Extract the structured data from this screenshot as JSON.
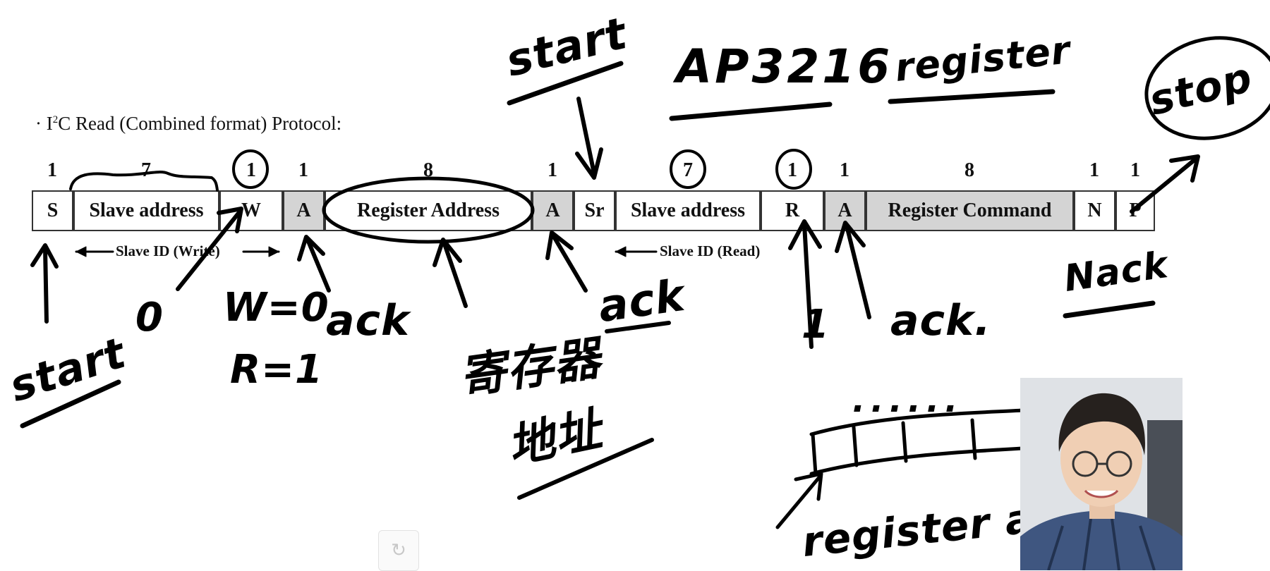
{
  "title": {
    "prefix": "· I",
    "sup": "2",
    "rest": "C Read (Combined format) Protocol:"
  },
  "protocol": {
    "fields": [
      {
        "label": "S",
        "bits": "1",
        "gray": false
      },
      {
        "label": "Slave address",
        "bits": "7",
        "gray": false
      },
      {
        "label": "W",
        "bits": "1",
        "gray": false
      },
      {
        "label": "A",
        "bits": "1",
        "gray": true
      },
      {
        "label": "Register Address",
        "bits": "8",
        "gray": false
      },
      {
        "label": "A",
        "bits": "1",
        "gray": true
      },
      {
        "label": "Sr",
        "bits": "",
        "gray": false
      },
      {
        "label": "Slave address",
        "bits": "7",
        "gray": false
      },
      {
        "label": "R",
        "bits": "1",
        "gray": false
      },
      {
        "label": "A",
        "bits": "1",
        "gray": true
      },
      {
        "label": "Register Command",
        "bits": "8",
        "gray": true
      },
      {
        "label": "N",
        "bits": "1",
        "gray": false
      },
      {
        "label": "P",
        "bits": "1",
        "gray": false
      }
    ],
    "sublabels": {
      "write": "Slave ID (Write)",
      "read": "Slave ID (Read)"
    }
  },
  "annotations": {
    "start_top": "start",
    "chip": "AP3216",
    "register": "register",
    "stop": "stop",
    "start_left": "start",
    "zero": "0",
    "w_eq": "W=0",
    "r_eq": "R=1",
    "ack1": "ack",
    "chinese": "寄存器",
    "address_cn": "地址",
    "ack2": "ack",
    "one": "1",
    "ack3": "ack.",
    "nack": "Nack",
    "dots": "......",
    "register_addr": "register addr"
  },
  "icons": {
    "redo": "redo-icon"
  }
}
